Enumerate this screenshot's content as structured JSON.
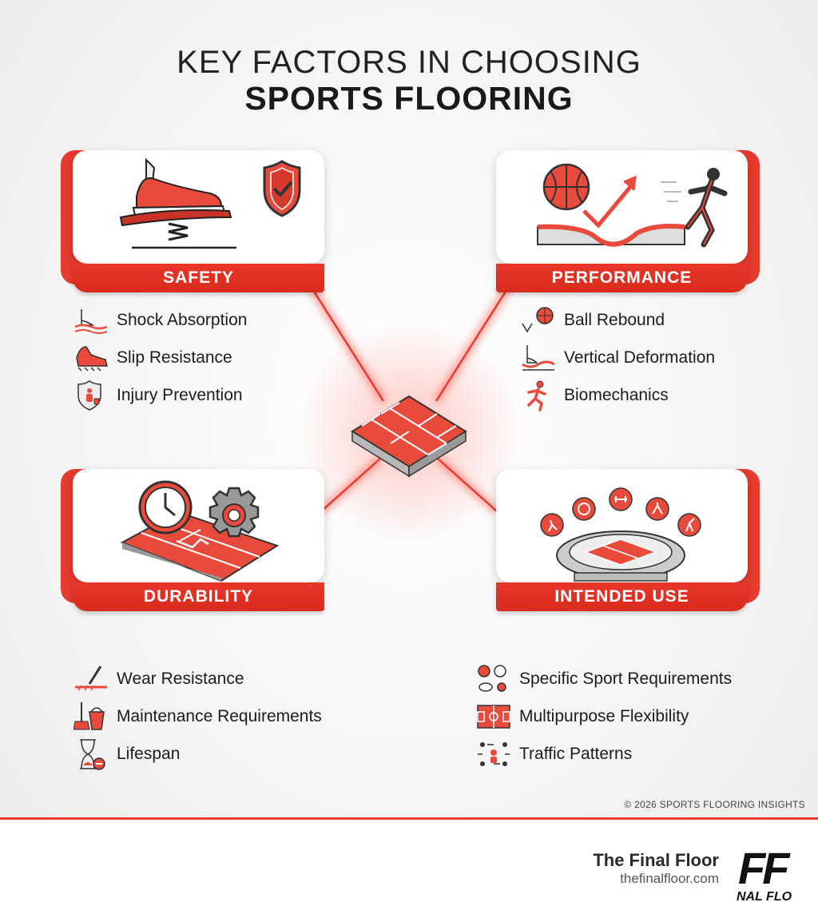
{
  "title": {
    "line1": "KEY FACTORS IN CHOOSING",
    "line2": "SPORTS FLOORING"
  },
  "colors": {
    "accent": "#e63b2e",
    "dark": "#1c1c1c",
    "gray": "#8a8a8a"
  },
  "categories": [
    {
      "id": "safety",
      "label": "SAFETY",
      "items": [
        {
          "icon": "foot-shock-icon",
          "label": "Shock Absorption"
        },
        {
          "icon": "shoe-grip-icon",
          "label": "Slip Resistance"
        },
        {
          "icon": "shield-person-icon",
          "label": "Injury Prevention"
        }
      ]
    },
    {
      "id": "performance",
      "label": "PERFORMANCE",
      "items": [
        {
          "icon": "ball-bounce-icon",
          "label": "Ball Rebound"
        },
        {
          "icon": "foot-deform-icon",
          "label": "Vertical Deformation"
        },
        {
          "icon": "runner-icon",
          "label": "Biomechanics"
        }
      ]
    },
    {
      "id": "durability",
      "label": "DURABILITY",
      "items": [
        {
          "icon": "scratch-tool-icon",
          "label": "Wear Resistance"
        },
        {
          "icon": "bucket-mop-icon",
          "label": "Maintenance Requirements"
        },
        {
          "icon": "hourglass-icon",
          "label": "Lifespan"
        }
      ]
    },
    {
      "id": "intended_use",
      "label": "INTENDED USE",
      "items": [
        {
          "icon": "sports-balls-icon",
          "label": "Specific Sport Requirements"
        },
        {
          "icon": "court-lines-icon",
          "label": "Multipurpose Flexibility"
        },
        {
          "icon": "people-arrows-icon",
          "label": "Traffic Patterns"
        }
      ]
    }
  ],
  "copyright": "© 2026 SPORTS FLOORING INSIGHTS",
  "brand": {
    "name": "The Final Floor",
    "url": "thefinalfloor.com",
    "logo_mark": "FF",
    "logo_sub": "NAL FLO"
  }
}
